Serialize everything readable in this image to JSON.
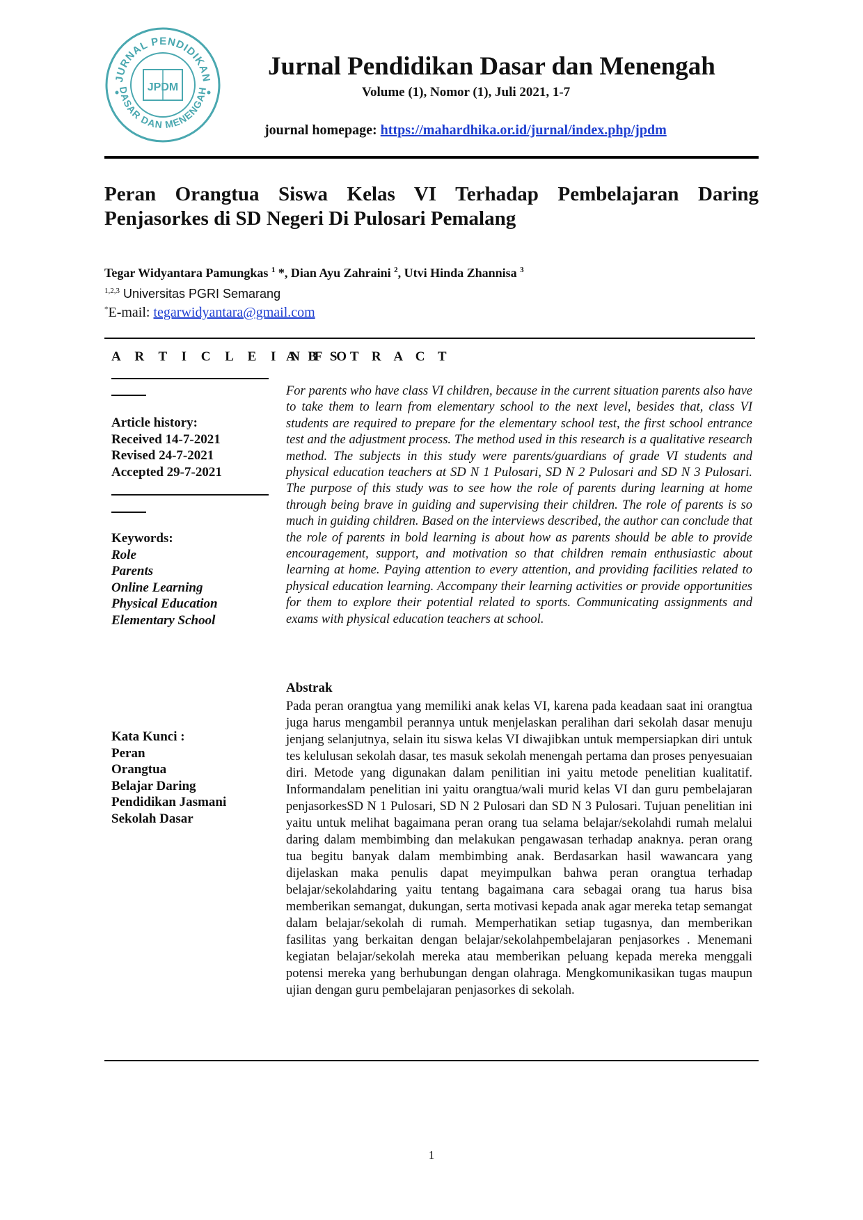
{
  "header": {
    "logo_icon": "journal-seal-logo",
    "logo_text_top": "JURNAL PENDIDIKAN",
    "logo_text_bottom": "DASAR DAN MENENGAH",
    "logo_monogram": "JPDM",
    "journal_title": "Jurnal Pendidikan Dasar dan Menengah",
    "volume": "Volume (1), Nomor (1), Juli 2021, 1-7",
    "homepage_label": "journal homepage:",
    "homepage_url": "https://mahardhika.or.id/jurnal/index.php/jpdm",
    "accent_color": "#1f3fd1",
    "logo_color": "#4aa8b0"
  },
  "paper": {
    "title": "Peran Orangtua Siswa Kelas VI Terhadap Pembelajaran Daring Penjasorkes di SD Negeri Di Pulosari Pemalang",
    "authors": [
      {
        "name": "Tegar Widyantara Pamungkas",
        "sup": "1",
        "suffix": " *, "
      },
      {
        "name": "Dian Ayu Zahraini",
        "sup": "2",
        "suffix": ", "
      },
      {
        "name": "Utvi Hinda Zhannisa",
        "sup": "3",
        "suffix": ""
      }
    ],
    "affiliation_sup": "1,2,3",
    "affiliation": " Universitas PGRI Semarang",
    "email_sup": "*",
    "email_label": "E-mail: ",
    "email": "tegarwidyantara@gmail.com"
  },
  "article_info": {
    "heading": "A R T I C L E   I N F O",
    "history_label": "Article history:",
    "received": "Received 14-7-2021",
    "revised": "Revised 24-7-2021",
    "accepted": "Accepted 29-7-2021",
    "keywords_label": "Keywords:",
    "keywords": [
      "Role",
      "Parents",
      "Online Learning",
      "Physical Education",
      "Elementary School"
    ],
    "kata_kunci_label": "Kata Kunci :",
    "kata_kunci": [
      "Peran",
      "Orangtua",
      "Belajar Daring",
      "Pendidikan Jasmani",
      "Sekolah Dasar"
    ]
  },
  "abstract": {
    "heading": "A B S T R A C T",
    "english": "For parents who have class VI children, because in the current situation parents also have to take them to learn from elementary school to the next level, besides that, class VI students are required to prepare for the elementary school test, the first school entrance test and the adjustment process. The method used in this research is a qualitative research method. The subjects in this study were parents/guardians of grade VI students and physical education teachers at SD N 1 Pulosari, SD N 2 Pulosari and SD N 3 Pulosari. The purpose of this study was to see how the role of parents during learning at home through being brave in guiding and supervising their children. The role of parents is so much in guiding children. Based on the interviews described, the author can conclude that the role of parents in bold learning is about how as parents should be able to provide encouragement, support, and motivation so that children remain enthusiastic about learning at home. Paying attention to every attention, and providing facilities related to physical education learning. Accompany their learning activities or provide opportunities for them to explore their potential related to sports. Communicating assignments and exams with physical education teachers at school.",
    "abstrak_heading": "Abstrak",
    "indonesian": "Pada peran orangtua yang memiliki anak kelas VI, karena pada keadaan saat ini orangtua juga harus mengambil perannya untuk menjelaskan peralihan dari sekolah dasar menuju jenjang selanjutnya, selain itu siswa kelas VI diwajibkan untuk mempersiapkan diri untuk tes kelulusan sekolah dasar, tes masuk sekolah menengah pertama dan proses penyesuaian diri. Metode yang digunakan dalam penilitian ini yaitu metode penelitian kualitatif. Informandalam penelitian ini yaitu orangtua/wali murid kelas VI dan guru pembelajaran penjasorkesSD N 1 Pulosari, SD N 2 Pulosari dan SD N 3 Pulosari. Tujuan penelitian ini yaitu untuk melihat bagaimana peran orang tua selama belajar/sekolahdi rumah melalui daring dalam  membimbing dan melakukan pengawasan terhadap anaknya. peran orang tua begitu banyak dalam membimbing anak. Berdasarkan hasil wawancara yang dijelaskan maka penulis dapat meyimpulkan bahwa peran orangtua terhadap belajar/sekolahdaring yaitu tentang bagaimana cara sebagai orang tua harus bisa memberikan  semangat,  dukungan, serta  motivasi  kepada anak    agar    mereka    tetap  semangat  dalam  belajar/sekolah  di  rumah. Memperhatikan setiap  tugasnya, dan memberikan  fasilitas yang berkaitan dengan  belajar/sekolahpembelajaran  penjasorkes  .  Menemani  kegiatan belajar/sekolah mereka atau  memberikan  peluang kepada mereka menggali potensi mereka yang berhubungan dengan olahraga. Mengkomunikasikan tugas maupun ujian dengan guru pembelajaran penjasorkes  di sekolah."
  },
  "footer": {
    "page_number": "1"
  }
}
